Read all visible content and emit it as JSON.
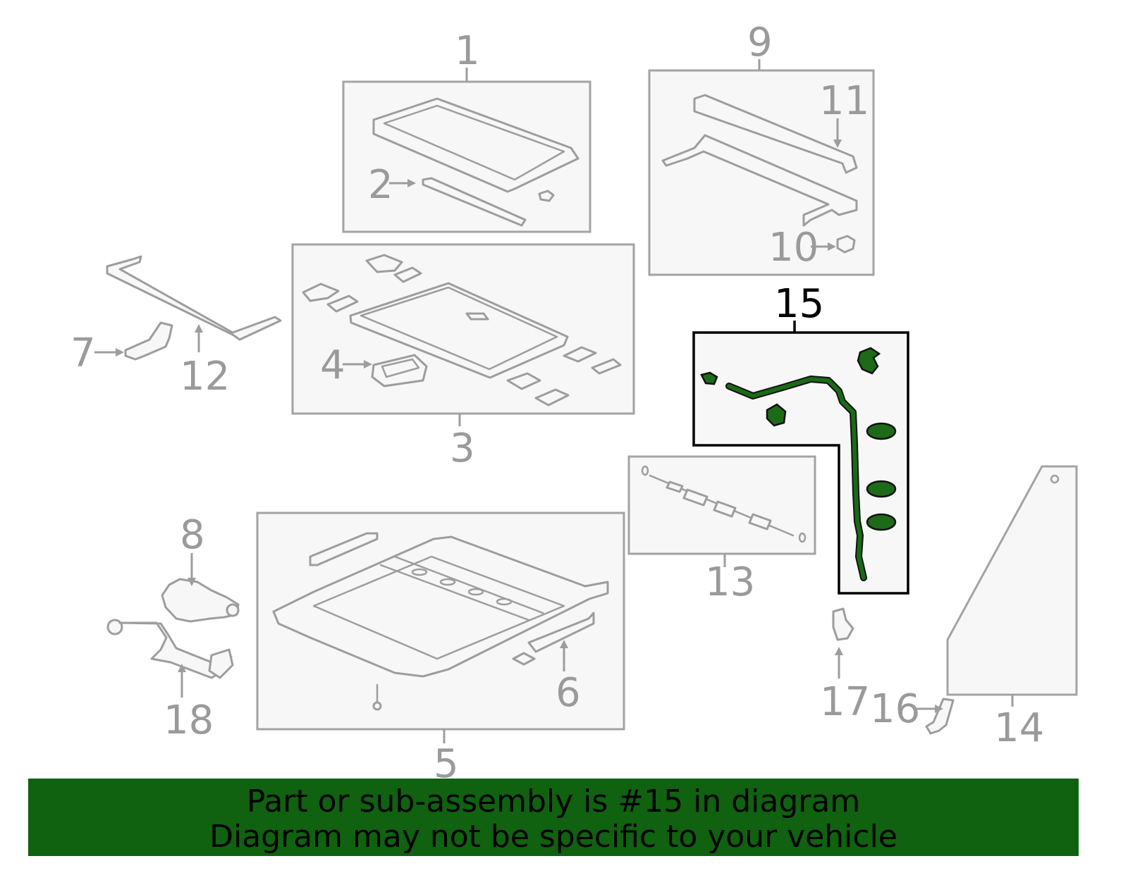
{
  "colors": {
    "highlight": "#106110",
    "gray": "#9d9d9d",
    "black": "#000000"
  },
  "callouts": {
    "n1": "1",
    "n2": "2",
    "n3": "3",
    "n4": "4",
    "n5": "5",
    "n6": "6",
    "n7": "7",
    "n8": "8",
    "n9": "9",
    "n10": "10",
    "n11": "11",
    "n12": "12",
    "n13": "13",
    "n14": "14",
    "n15": "15",
    "n16": "16",
    "n17": "17",
    "n18": "18"
  },
  "banner": {
    "line1": "Part or sub-assembly is #15 in diagram",
    "line2": "Diagram may not be specific to your vehicle"
  }
}
